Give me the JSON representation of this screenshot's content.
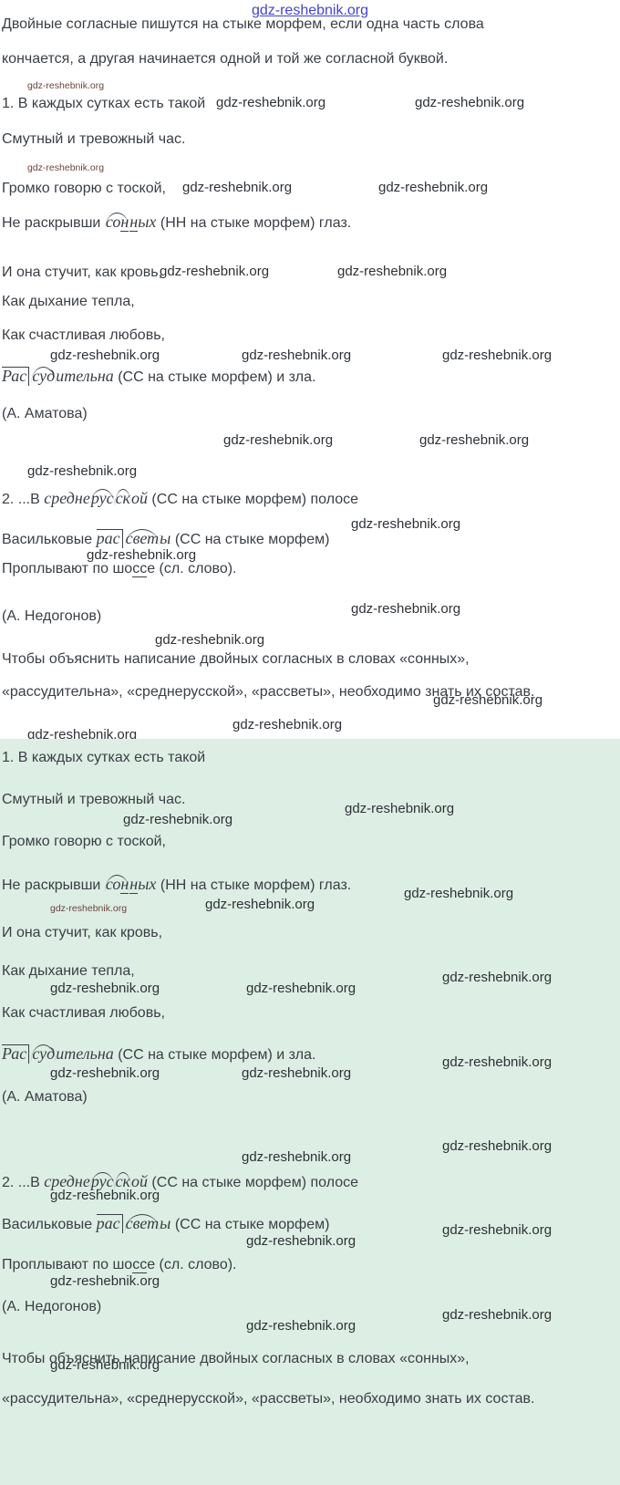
{
  "watermark": {
    "text": "gdz-reshebnik.org",
    "top_color": "#4444cf",
    "body_color": "#2e3237",
    "small_color": "#6b443c"
  },
  "colors": {
    "page_bg": "#ffffff",
    "answer_bg": "#ddeee4",
    "text": "#3a3f45"
  },
  "content": {
    "intro": "Двойные согласные пишутся на стыке морфем, если одна часть слова кончается, а другая начинается одной и той же согласной буквой.",
    "poem": {
      "l1": "1. В каждых сутках есть такой",
      "l2": "Смутный и тревожный час.",
      "l3": "Громко говорю с тоской,",
      "l4_pre": "Не раскрывши ",
      "l4_a": "со",
      "l4_b": "н",
      "l4_c": "н",
      "l4_d": "ых",
      "l4_post": " (НН на стыке морфем) глаз.",
      "l5": "И она стучит, как кровь,",
      "l6": "Как дыхание тепла,",
      "l7": "Как счастливая любовь,",
      "l8_w1": "Рас",
      "l8_w2": "суд",
      "l8_w3": "ительна",
      "l8_post": " (СС на стыке морфем) и зла.",
      "author1": "(А. Аматова)",
      "l9_pre": "2. ...В ",
      "l9_w1": "средне",
      "l9_w2": "рус",
      "l9_w3": "ск",
      "l9_w4": "ой",
      "l9_post": " (СС на стыке морфем) полосе",
      "l10_pre": "Васильковые ",
      "l10_w1": "рас",
      "l10_w2": "свет",
      "l10_w3": "ы",
      "l10_post": " (СС на стыке морфем)",
      "l11_pre": "Проплывают по шо",
      "l11_w": "сс",
      "l11_post": "е (сл. слово).",
      "author2": "(А. Недогонов)",
      "outro": "Чтобы объяснить написание двойных согласных в словах «сонных», «рассудительна», «среднерусской», «рассветы», необходимо знать их состав."
    }
  }
}
